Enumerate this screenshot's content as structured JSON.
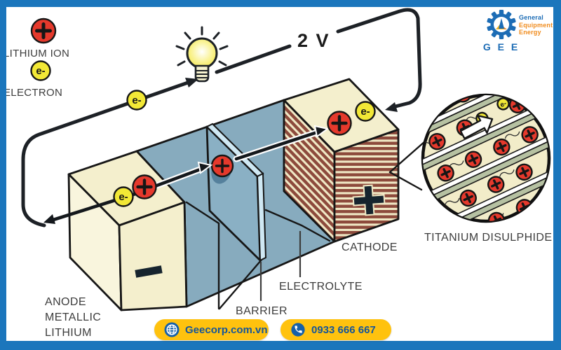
{
  "legend": {
    "lithium_ion_label": "LITHIUM ION",
    "electron_label": "ELECTRON"
  },
  "symbols": {
    "electron": "e-",
    "lithium_ion": "+",
    "anode_terminal": "-",
    "cathode_terminal": "+"
  },
  "circuit": {
    "voltage_label": "2 V"
  },
  "diagram_labels": {
    "anode": [
      "ANODE",
      "METALLIC",
      "LITHIUM"
    ],
    "barrier": "BARRIER",
    "electrolyte": "ELECTROLYTE",
    "cathode": "CATHODE",
    "magnified_material": "TITANIUM DISULPHIDE"
  },
  "logo": {
    "name_lines": [
      "General",
      "Equipment",
      "Energy"
    ],
    "acronym": "G E E"
  },
  "footer": {
    "website": "Geecorp.com.vn",
    "phone": "0933 666 667"
  },
  "colors": {
    "frame_blue": "#1b76bc",
    "electrolyte_blue": "#87abbe",
    "barrier_face_blue": "#8ab0c4",
    "barrier_edge_blue": "#cfe8f3",
    "cream": "#f4efcd",
    "ion_red": "#e5392c",
    "electron_yellow": "#f2e836",
    "cathode_stripe_brown": "#8d4a3c",
    "terminal_dark": "#16242e",
    "footer_yellow": "#ffc20e",
    "footer_text_blue": "#15559a",
    "logo_blue": "#1c6cb5",
    "logo_orange": "#f08c1e",
    "magnifier_plate_sage": "#b6c1a2"
  }
}
